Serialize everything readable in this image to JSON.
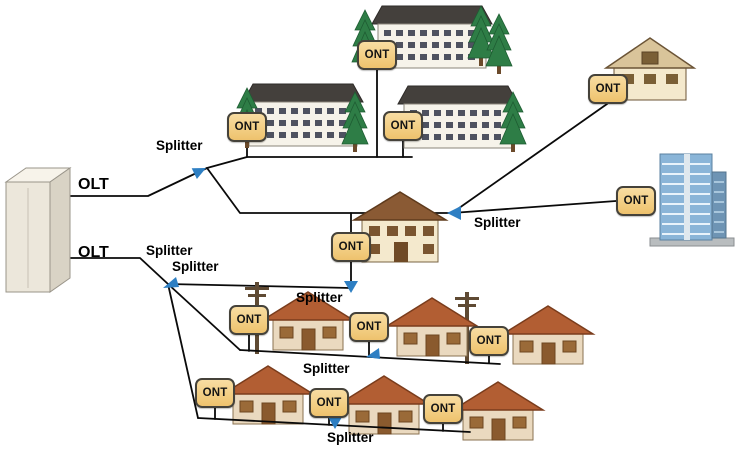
{
  "diagram": {
    "description": "Fiber optic PON access network: an OLT cabinet feeds optical splitters that fan out to ONT units serving apartment blocks, cottages, small houses and an office building",
    "labels": {
      "olt": "OLT",
      "ont": "ONT",
      "splitter": "Splitter"
    },
    "counts": {
      "olt_labels": 2,
      "splitter_labels": 7,
      "ont_units": 12
    },
    "colors": {
      "background": "#ffffff",
      "line": "#0a0a0a",
      "splitter_arrow": "#2e7fc3",
      "ont_fill_top": "#f8dda2",
      "ont_fill_bottom": "#eec26d",
      "ont_border": "#45423a",
      "olt_cabinet_front": "#ece7db",
      "olt_cabinet_side": "#d9d3c5",
      "apartment_roof": "#44403c",
      "house_roof": "#b25e33",
      "office_glass": "#8ab5d8",
      "tree_green": "#2e7d46"
    },
    "icons": [
      {
        "name": "olt-cabinet",
        "meaning": "optical line terminal equipment rack",
        "count": 1
      },
      {
        "name": "apartment-building-icon",
        "count": 3
      },
      {
        "name": "cottage-icon",
        "count": 1
      },
      {
        "name": "office-tower-icon",
        "count": 1
      },
      {
        "name": "two-story-house-icon",
        "count": 1
      },
      {
        "name": "small-house-icon",
        "count": 6
      },
      {
        "name": "pine-tree-icon",
        "count": 6
      },
      {
        "name": "utility-pole-icon",
        "count": 2
      }
    ]
  }
}
